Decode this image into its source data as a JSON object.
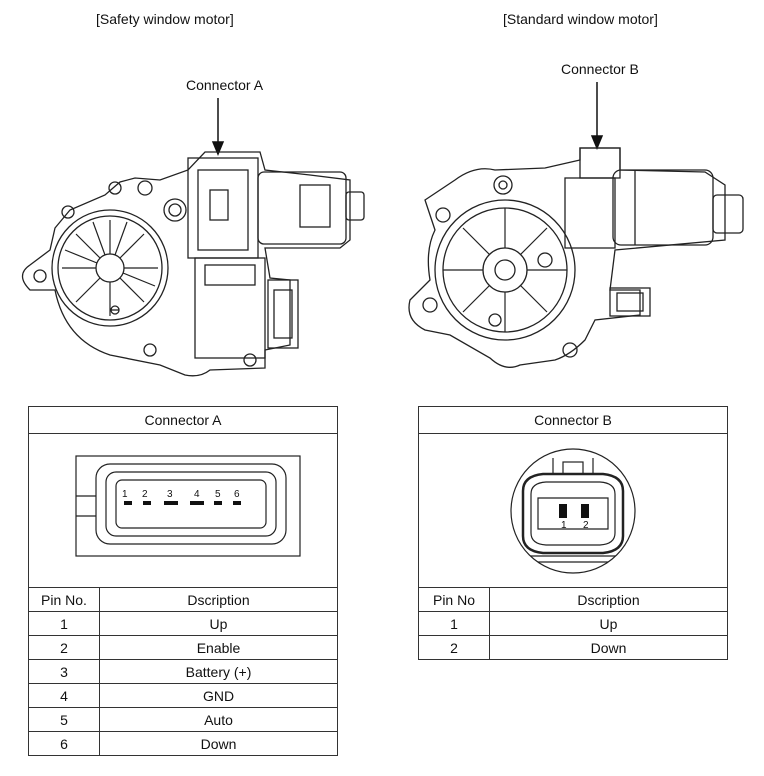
{
  "left": {
    "title": "[Safety window motor]",
    "callout": "Connector A",
    "connector_heading": "Connector A",
    "pin_labels": [
      "1",
      "2",
      "3",
      "4",
      "5",
      "6"
    ],
    "table": {
      "headers": [
        "Pin No.",
        "Dscription"
      ],
      "rows": [
        [
          "1",
          "Up"
        ],
        [
          "2",
          "Enable"
        ],
        [
          "3",
          "Battery (+)"
        ],
        [
          "4",
          "GND"
        ],
        [
          "5",
          "Auto"
        ],
        [
          "6",
          "Down"
        ]
      ]
    }
  },
  "right": {
    "title": "[Standard window motor]",
    "callout": "Connector B",
    "connector_heading": "Connector B",
    "pin_labels": [
      "1",
      "2"
    ],
    "table": {
      "headers": [
        "Pin No",
        "Dscription"
      ],
      "rows": [
        [
          "1",
          "Up"
        ],
        [
          "2",
          "Down"
        ]
      ]
    }
  }
}
